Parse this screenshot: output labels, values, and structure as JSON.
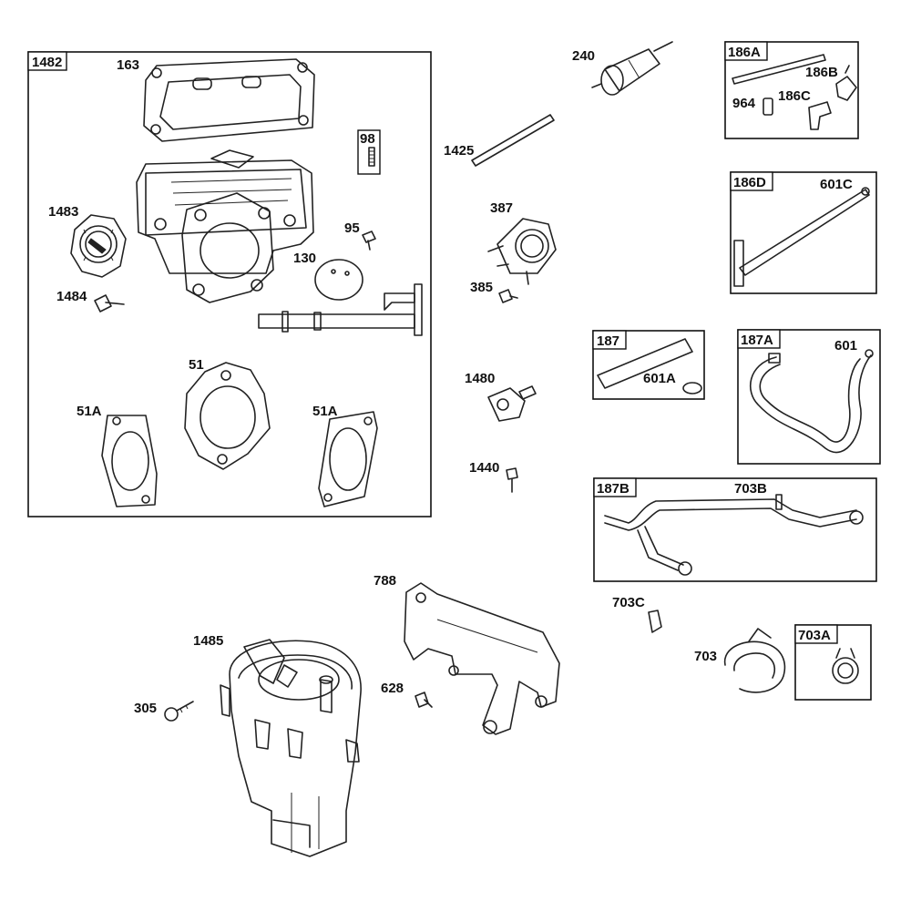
{
  "diagram": {
    "frames": [
      {
        "id": "1482",
        "label": "1482"
      },
      {
        "id": "186A",
        "label": "186A"
      },
      {
        "id": "186D",
        "label": "186D"
      },
      {
        "id": "187",
        "label": "187"
      },
      {
        "id": "187A",
        "label": "187A"
      },
      {
        "id": "187B",
        "label": "187B"
      },
      {
        "id": "703A",
        "label": "703A"
      }
    ],
    "parts": {
      "p163": "163",
      "p98": "98",
      "p1483": "1483",
      "p95": "95",
      "p130": "130",
      "p1484": "1484",
      "p51": "51",
      "p51A_left": "51A",
      "p51A_right": "51A",
      "p240": "240",
      "p1425": "1425",
      "p387": "387",
      "p385": "385",
      "p1480": "1480",
      "p1440": "1440",
      "p186B": "186B",
      "p964": "964",
      "p186C": "186C",
      "p601C": "601C",
      "p601A": "601A",
      "p601": "601",
      "p703B": "703B",
      "p703C": "703C",
      "p703": "703",
      "p788": "788",
      "p1485": "1485",
      "p628": "628",
      "p305": "305"
    }
  }
}
